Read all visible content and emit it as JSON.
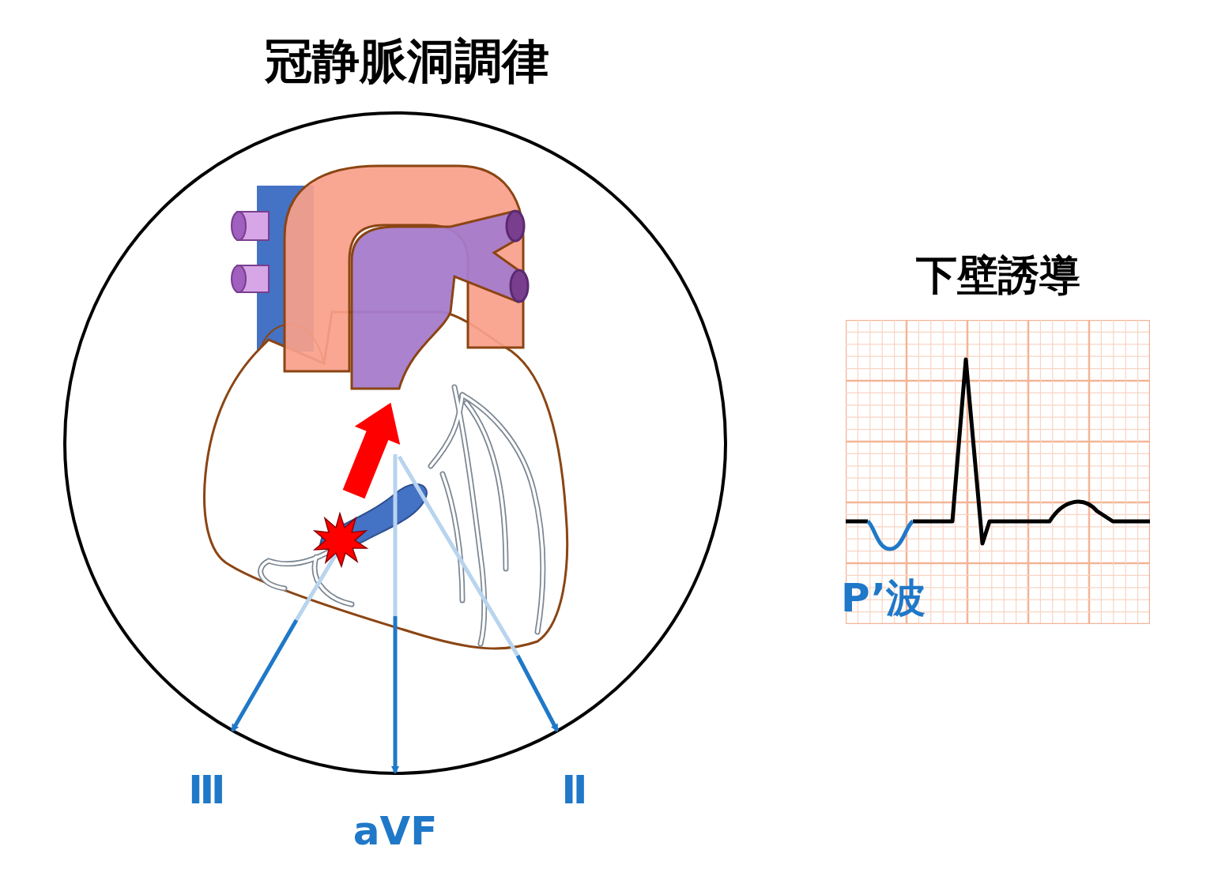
{
  "diagram": {
    "title": "冠静脈洞調律",
    "nodes": [
      {
        "text": [
          "下壁誘導",
          "P’波"
        ]
      }
    ],
    "labels": [
      "Ⅲ",
      "aVF",
      "Ⅱ"
    ]
  }
}
